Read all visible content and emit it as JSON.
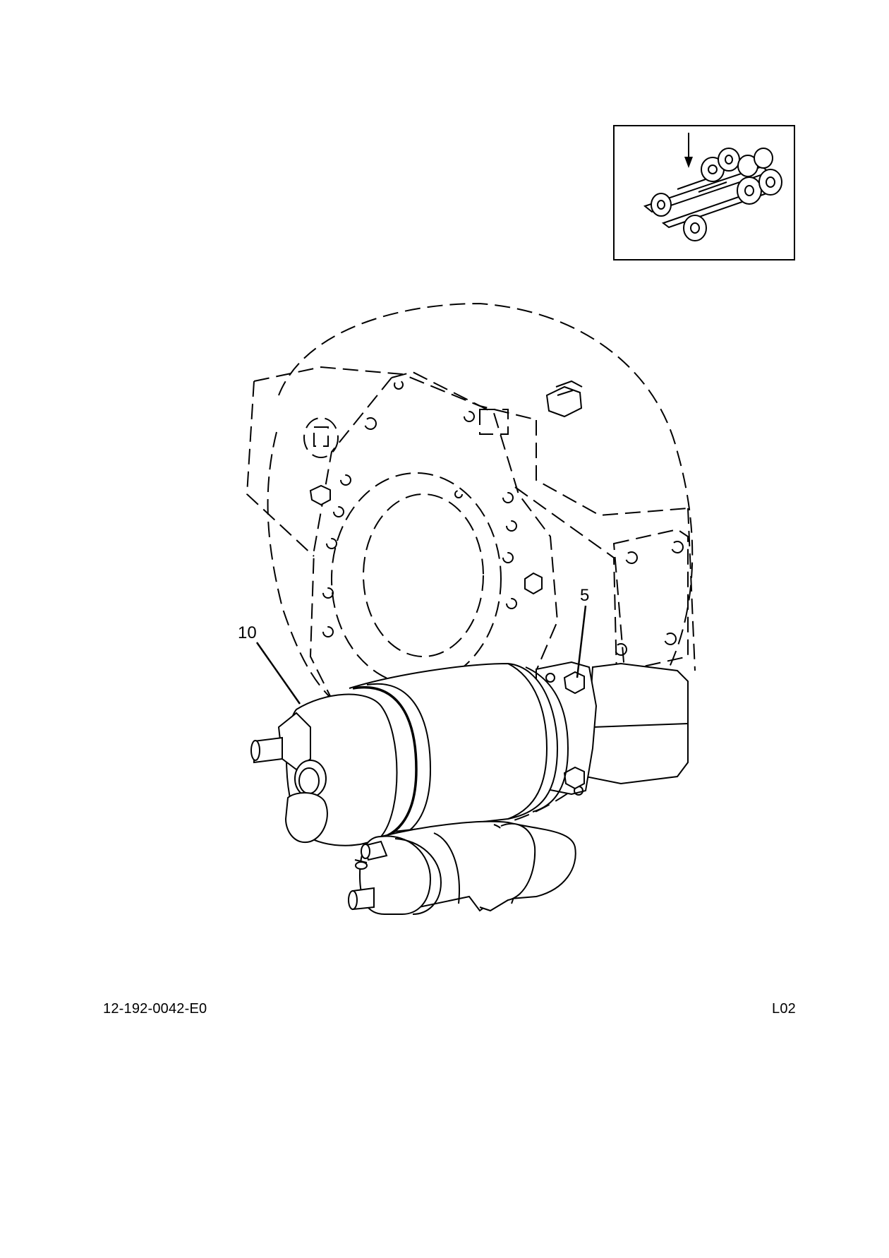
{
  "callouts": {
    "starter_motor": "10",
    "mounting_bolt": "5"
  },
  "footer": {
    "document_id": "12-192-0042-E0",
    "sheet_code": "L02"
  },
  "icons": {
    "locator": "truck-chassis-locator-icon",
    "arrow": "down-arrow-icon"
  },
  "colors": {
    "line": "#000000",
    "background": "#ffffff"
  }
}
